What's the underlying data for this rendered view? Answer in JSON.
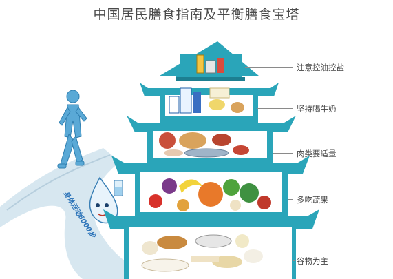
{
  "title": "中国居民膳食指南及平衡膳食宝塔",
  "colors": {
    "pagoda": "#2aa5b9",
    "pagoda_dark": "#1d7f91",
    "tier_bg": "#ffffff",
    "path": "#c7dde9",
    "walker": "#5aa9d6"
  },
  "tiers": [
    {
      "label": "注意控油控盐"
    },
    {
      "label": "坚持喝牛奶"
    },
    {
      "label": "肉类要适量"
    },
    {
      "label": "多吃蔬果"
    },
    {
      "label": "谷物为主"
    }
  ],
  "path_text": "身体活动6000步",
  "icons": [
    "walking-person-icon",
    "water-drop-mascot-icon"
  ]
}
